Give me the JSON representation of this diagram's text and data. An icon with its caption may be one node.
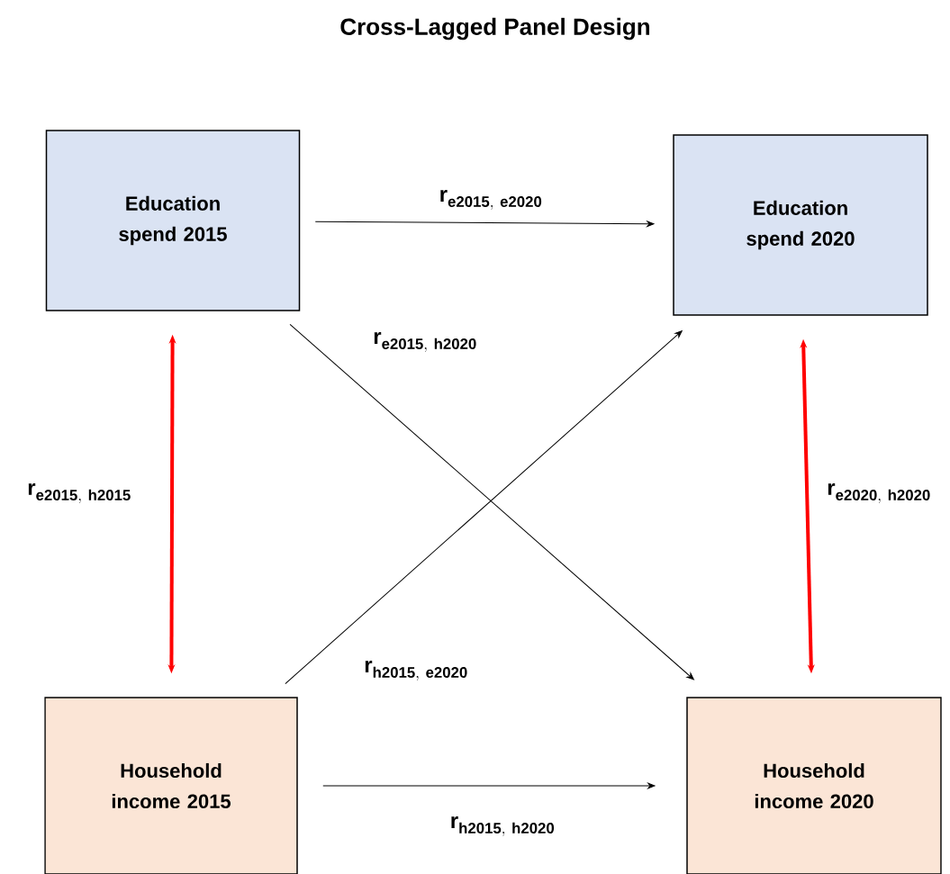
{
  "diagram": {
    "title": "Cross-Lagged Panel Design",
    "nodes": [
      {
        "text": [
          "Education spend 2015"
        ]
      },
      {
        "text": [
          "Education spend 2020"
        ]
      },
      {
        "text": [
          "Household income 2015"
        ]
      },
      {
        "text": [
          "Household income 2020"
        ]
      }
    ],
    "edges": [
      {
        "from": 0,
        "to": 1,
        "arrow": "to",
        "label": "\\mathbf{r}_{\\mathbf{e2015,\\ e2020}}"
      },
      {
        "from": 0,
        "to": 3,
        "arrow": "to",
        "label": "\\mathbf{r}_{\\mathbf{e2015,\\ h2020}}"
      },
      {
        "from": 2,
        "to": 1,
        "arrow": "to",
        "label": "\\mathbf{r}_{\\mathbf{h2015,\\ e2020}}"
      },
      {
        "from": 2,
        "to": 3,
        "arrow": "to",
        "label": "\\mathbf{r}_{\\mathbf{h2015,\\ h2020}}"
      },
      {
        "from": 0,
        "to": 2,
        "arrow": "both",
        "label": "\\mathbf{r}_{\\mathbf{e2015,\\ h2015}}",
        "style": "thick",
        "color": "#ff0000"
      },
      {
        "from": 1,
        "to": 3,
        "arrow": "both",
        "label": "\\mathbf{r}_{\\mathbf{e2020,\\ h2020}}",
        "style": "thick",
        "color": "#ff0000"
      }
    ]
  }
}
